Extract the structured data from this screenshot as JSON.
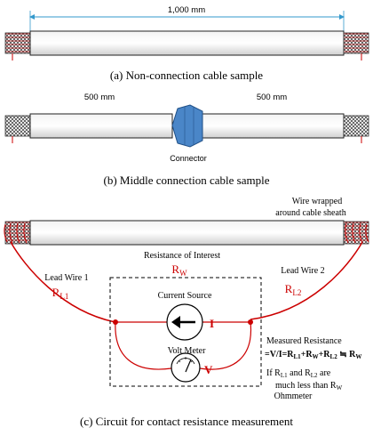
{
  "panel_a": {
    "dimension": "1,000 mm",
    "caption": "(a)  Non-connection  cable  sample"
  },
  "panel_b": {
    "dimension_left": "500 mm",
    "dimension_right": "500 mm",
    "connector_label": "Connector",
    "caption": "(b)  Middle  connection  cable  sample"
  },
  "panel_c": {
    "sheath_note_line1": "Wire wrapped",
    "sheath_note_line2": "around cable sheath",
    "resistance_of_interest": "Resistance of Interest",
    "rw_main": "R",
    "rw_sub": "W",
    "lead1_label": "Lead Wire 1",
    "rl1_main": "R",
    "rl1_sub": "L1",
    "lead2_label": "Lead Wire 2",
    "rl2_main": "R",
    "rl2_sub": "L2",
    "current_source_label": "Current Source",
    "current_symbol": "I",
    "volt_meter_label": "Volt Meter",
    "voltage_symbol": "V",
    "ohmmeter_label": "Ohmmeter",
    "measured_line1": "Measured Resistance",
    "measured_line2": "=V/I=R_L1+R_W+R_L2 ≒ R_W",
    "if_line1": "If R_L1 and R_L2 are",
    "if_line2": "much less than R_W",
    "caption": "(c)  Circuit  for  contact  resistance  measurement"
  },
  "colors": {
    "red": "#cc0000",
    "connector_blue": "#4a86c8",
    "cable_gray": "#d9d9d9"
  }
}
